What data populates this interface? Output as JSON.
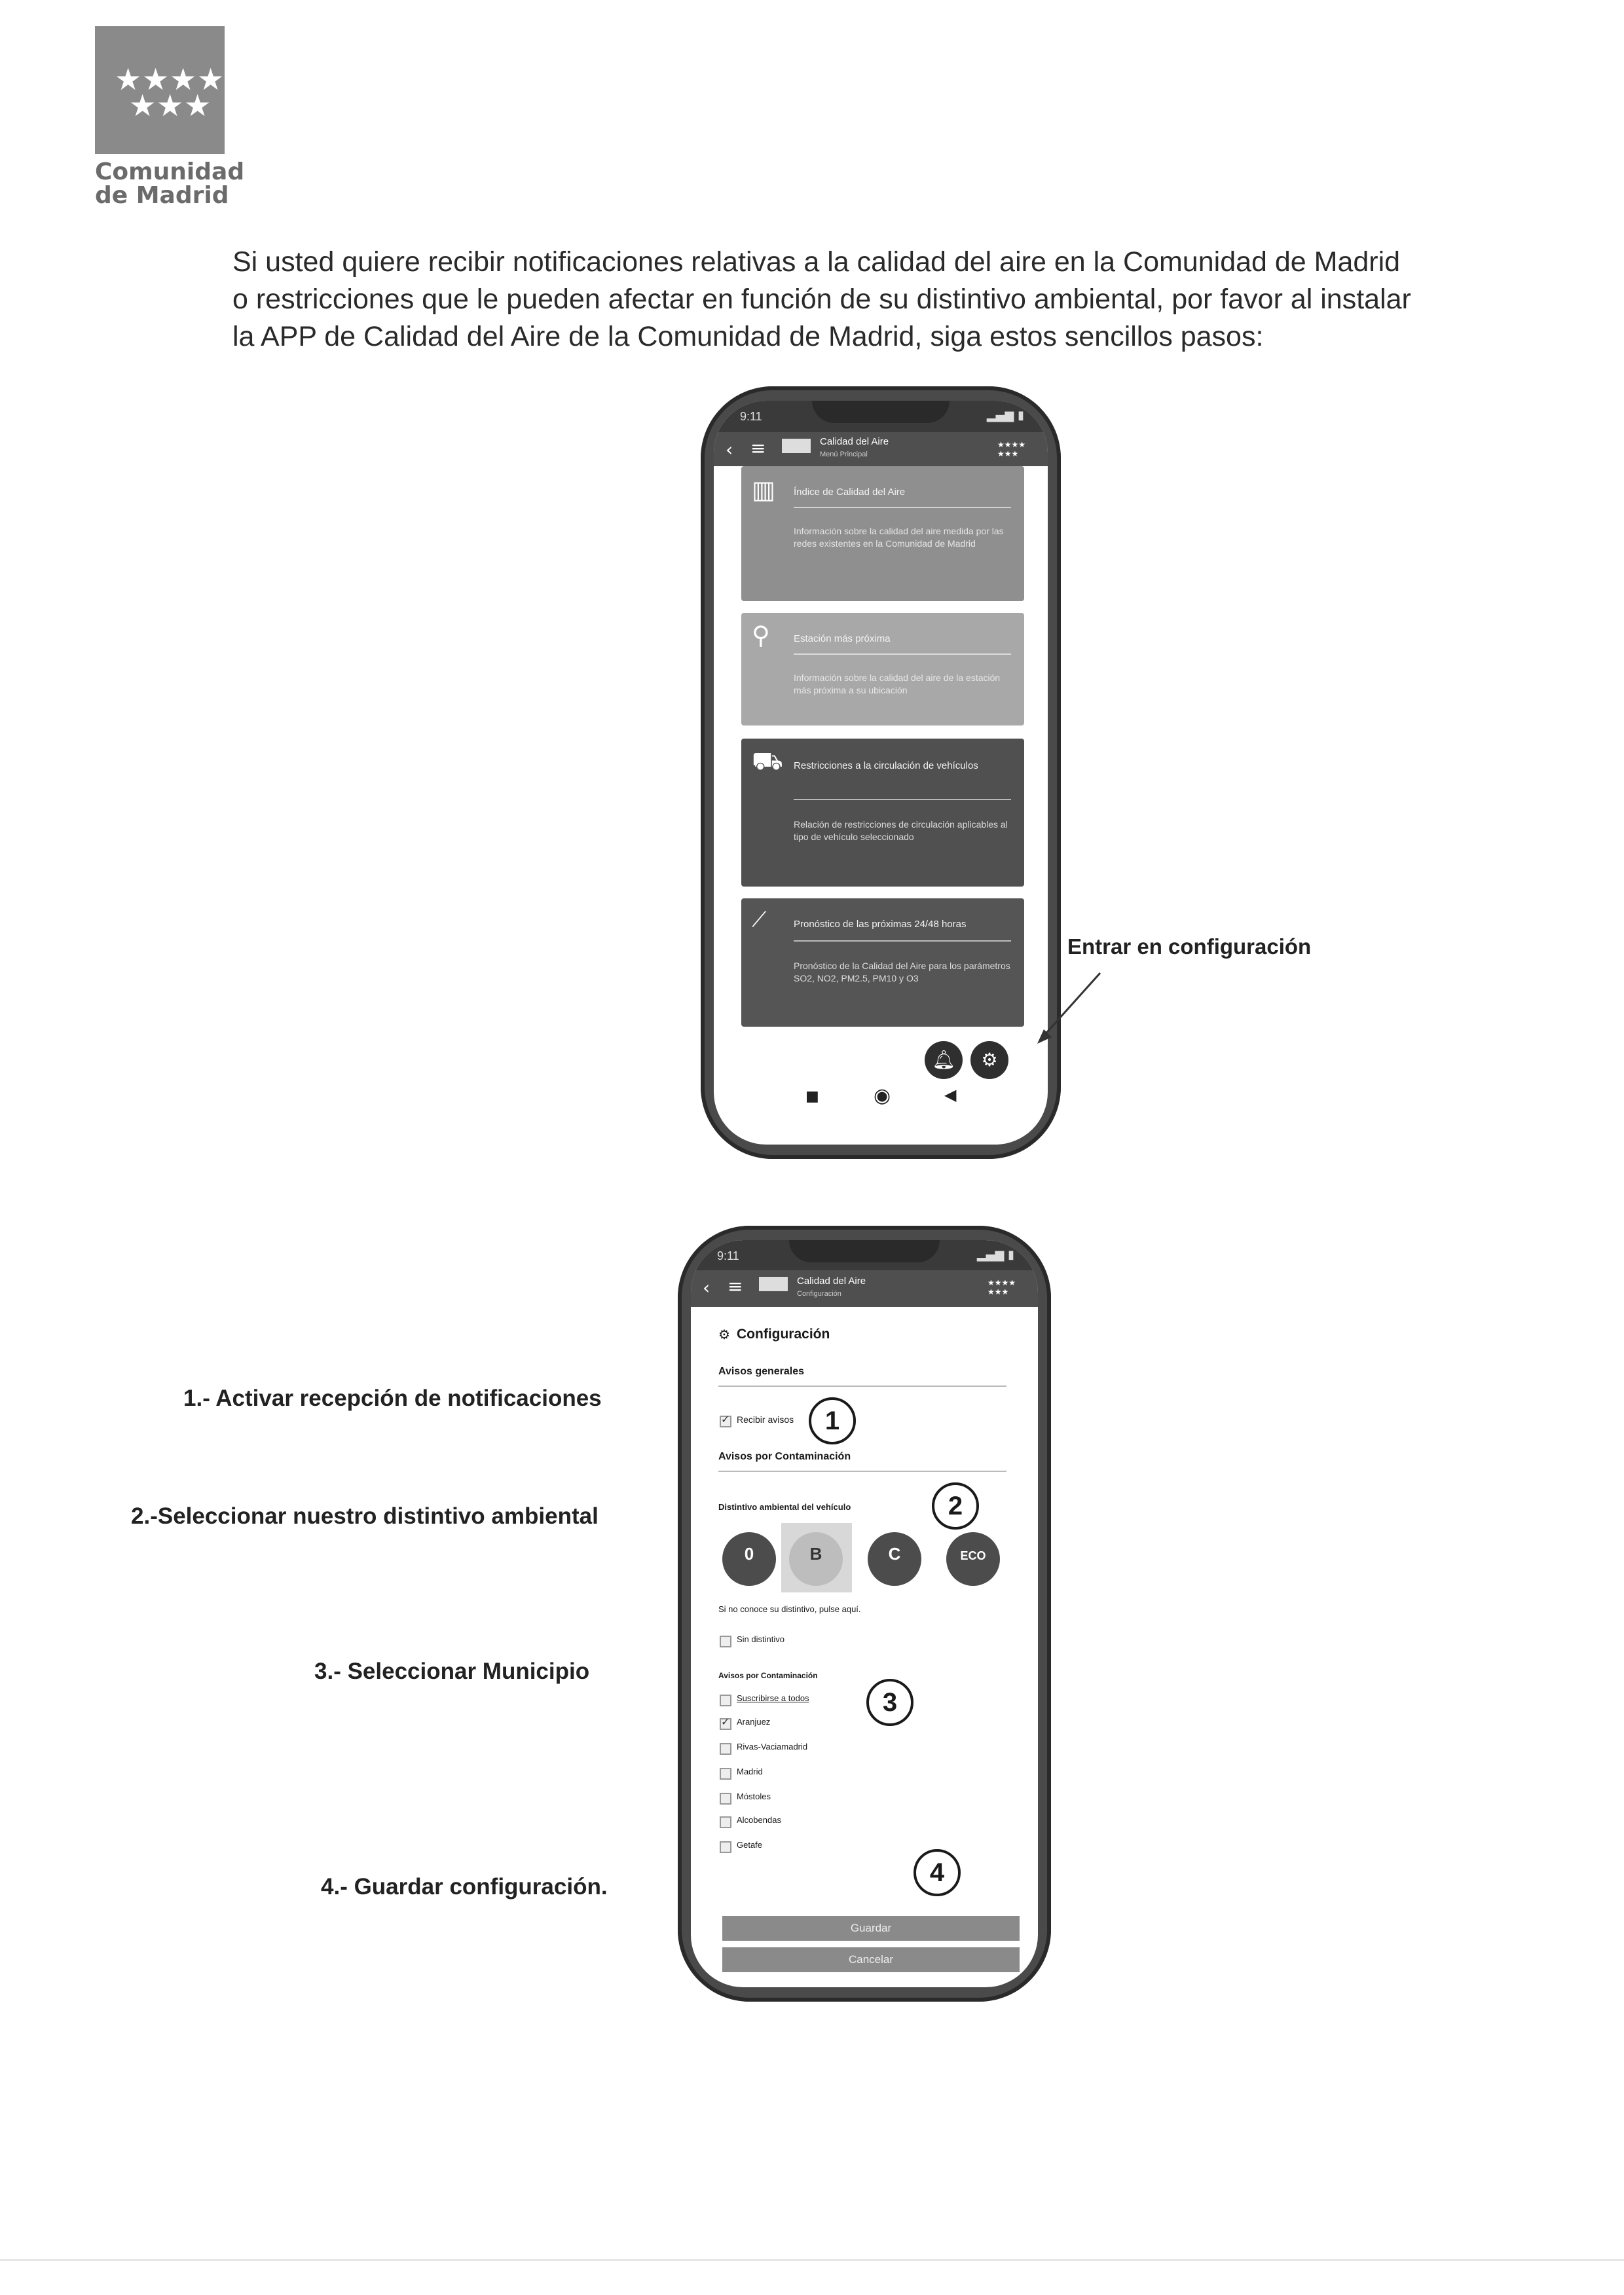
{
  "logo": {
    "line1": "Comunidad",
    "line2": "de Madrid",
    "icon": "star-icon"
  },
  "intro": "Si usted quiere recibir notificaciones relativas a la calidad del aire en la Comunidad de Madrid o restricciones que le pueden afectar en función de su distintivo ambiental, por favor al instalar la APP de Calidad del Aire de la Comunidad de Madrid, siga estos sencillos pasos:",
  "phone1": {
    "status_time": "9:11",
    "app_title": "Calidad del Aire",
    "app_subtitle": "Menú Principal",
    "cards": [
      {
        "icon": "map-icon",
        "title": "Índice de Calidad del Aire",
        "desc": "Información sobre la calidad del aire medida por las redes existentes en la Comunidad de Madrid",
        "color": "#8f8f8f"
      },
      {
        "icon": "search-icon",
        "title": "Estación más próxima",
        "desc": "Información sobre la calidad del aire de la estación más próxima a su ubicación",
        "color": "#a8a8a8"
      },
      {
        "icon": "car-icon",
        "title": "Restricciones a la circulación de vehículos",
        "desc": "Relación de restricciones de circulación aplicables al tipo de vehículo seleccionado",
        "color": "#505050"
      },
      {
        "icon": "chart-icon",
        "title": "Pronóstico de las próximas 24/48 horas",
        "desc": "Pronóstico de la Calidad del Aire para los parámetros SO2, NO2, PM2.5, PM10 y O3",
        "color": "#555555"
      }
    ]
  },
  "callout": "Entrar en configuración",
  "steps": {
    "s1": "1.- Activar recepción de notificaciones",
    "s2": "2.-Seleccionar nuestro distintivo ambiental",
    "s3": "3.- Seleccionar Municipio",
    "s4": "4.- Guardar configuración."
  },
  "phone2": {
    "status_time": "9:11",
    "app_title": "Calidad del Aire",
    "app_subtitle": "Configuración",
    "config_title": "Configuración",
    "avisos_generales": "Avisos generales",
    "recibir_avisos": "Recibir avisos",
    "avisos_contaminacion": "Avisos por Contaminación",
    "distintivo_label": "Distintivo ambiental del vehículo",
    "distintivos": [
      "0",
      "B",
      "C",
      "ECO"
    ],
    "no_conoce": "Si no conoce su distintivo, pulse aquí.",
    "sin_distintivo": "Sin distintivo",
    "avisos_contaminacion_2": "Avisos por Contaminación",
    "suscribirse": "Suscribirse a todos",
    "municipios": [
      {
        "name": "Aranjuez",
        "checked": true
      },
      {
        "name": "Rivas-Vaciamadrid",
        "checked": false
      },
      {
        "name": "Madrid",
        "checked": false
      },
      {
        "name": "Móstoles",
        "checked": false
      },
      {
        "name": "Alcobendas",
        "checked": false
      },
      {
        "name": "Getafe",
        "checked": false
      }
    ],
    "guardar": "Guardar",
    "cancelar": "Cancelar",
    "badges": [
      "1",
      "2",
      "3",
      "4"
    ]
  }
}
